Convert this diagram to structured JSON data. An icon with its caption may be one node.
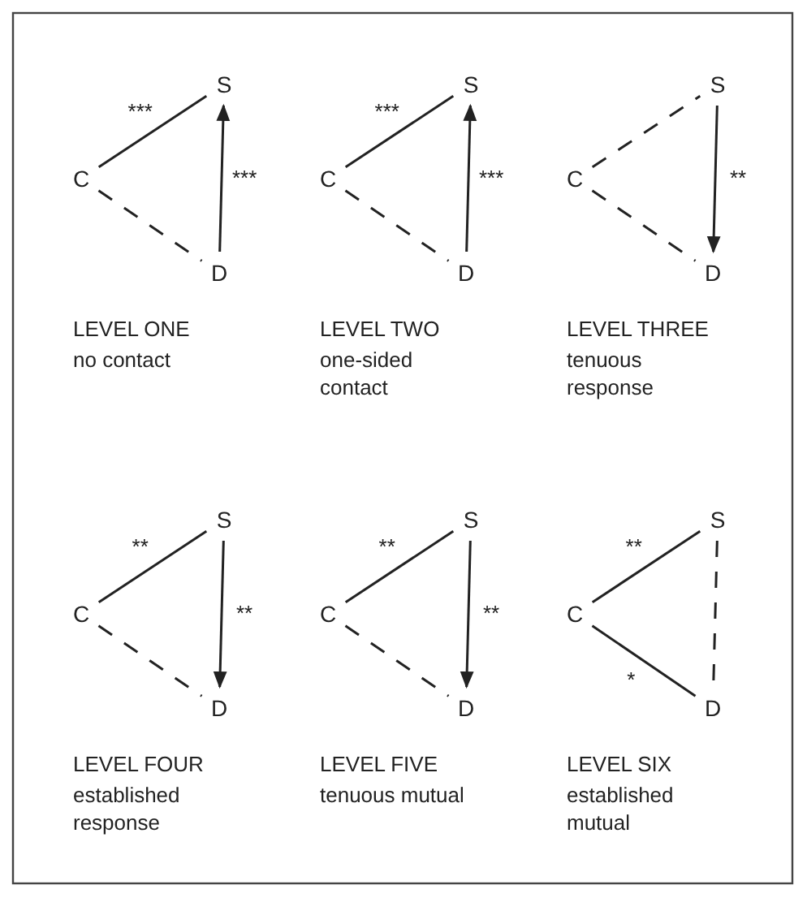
{
  "diagram": {
    "nodes": [
      {
        "text": [
          "S"
        ]
      },
      {
        "text": [
          "C"
        ]
      },
      {
        "text": [
          "D"
        ]
      },
      {
        "text": [
          "S"
        ]
      },
      {
        "text": [
          "C"
        ]
      },
      {
        "text": [
          "D"
        ]
      },
      {
        "text": [
          "S"
        ]
      },
      {
        "text": [
          "C"
        ]
      },
      {
        "text": [
          "D"
        ]
      },
      {
        "text": [
          "S"
        ]
      },
      {
        "text": [
          "C"
        ]
      },
      {
        "text": [
          "D"
        ]
      },
      {
        "text": [
          "S"
        ]
      },
      {
        "text": [
          "C"
        ]
      },
      {
        "text": [
          "D"
        ]
      },
      {
        "text": [
          "S"
        ]
      },
      {
        "text": [
          "C"
        ]
      },
      {
        "text": [
          "D"
        ]
      }
    ],
    "edges": [
      {
        "from": 1,
        "to": 0,
        "arrow": "none",
        "label": "***"
      },
      {
        "from": 2,
        "to": 0,
        "arrow": "to",
        "label": "***"
      },
      {
        "from": 1,
        "to": 2,
        "arrow": "none",
        "style": "dashed"
      },
      {
        "from": 4,
        "to": 3,
        "arrow": "none",
        "label": "***"
      },
      {
        "from": 5,
        "to": 3,
        "arrow": "to",
        "label": "***"
      },
      {
        "from": 4,
        "to": 5,
        "arrow": "none",
        "style": "dashed"
      },
      {
        "from": 7,
        "to": 6,
        "arrow": "none",
        "style": "dashed"
      },
      {
        "from": 6,
        "to": 8,
        "arrow": "to",
        "label": "**"
      },
      {
        "from": 7,
        "to": 8,
        "arrow": "none",
        "style": "dashed"
      },
      {
        "from": 10,
        "to": 9,
        "arrow": "none",
        "label": "**"
      },
      {
        "from": 9,
        "to": 11,
        "arrow": "to",
        "label": "**"
      },
      {
        "from": 10,
        "to": 11,
        "arrow": "none",
        "style": "dashed"
      },
      {
        "from": 13,
        "to": 12,
        "arrow": "none",
        "label": "**"
      },
      {
        "from": 12,
        "to": 14,
        "arrow": "to",
        "label": "**"
      },
      {
        "from": 13,
        "to": 14,
        "arrow": "none",
        "style": "dashed"
      },
      {
        "from": 16,
        "to": 15,
        "arrow": "none",
        "label": "**"
      },
      {
        "from": 16,
        "to": 17,
        "arrow": "none",
        "label": "*"
      },
      {
        "from": 15,
        "to": 17,
        "arrow": "none",
        "style": "dashed"
      }
    ],
    "labels": [
      "LEVEL ONE",
      "no contact",
      "LEVEL TWO",
      "one-sided contact",
      "LEVEL THREE",
      "tenuous response",
      "LEVEL FOUR",
      "established response",
      "LEVEL FIVE",
      "tenuous mutual",
      "LEVEL SIX",
      "established mutual"
    ]
  }
}
